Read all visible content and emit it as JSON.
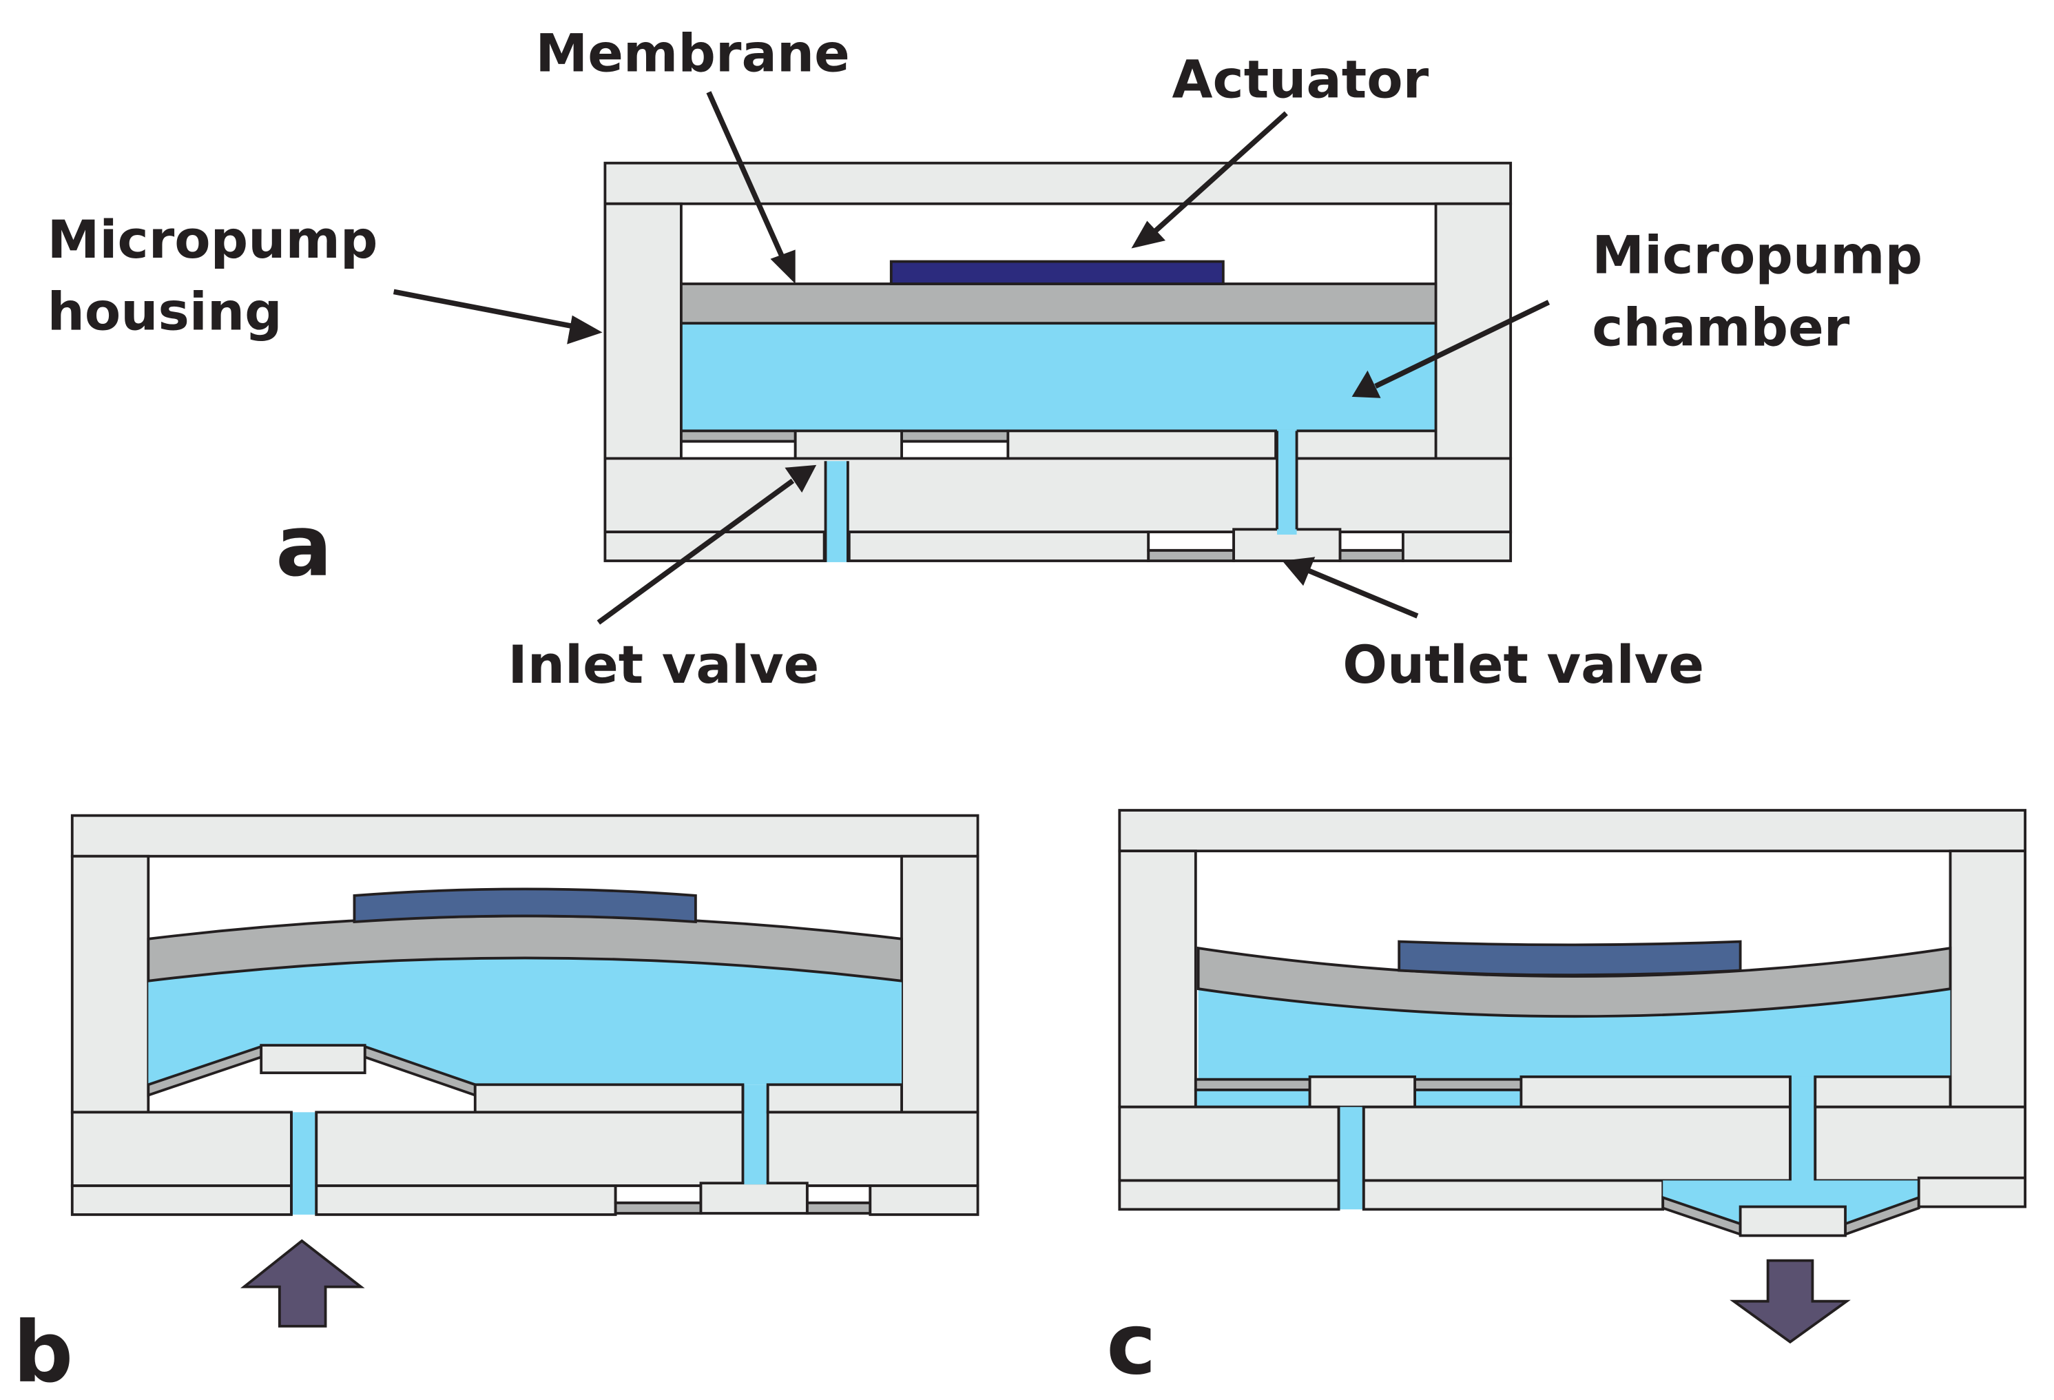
{
  "labels": {
    "membrane": "Membrane",
    "actuator": "Actuator",
    "housing_line1": "Micropump",
    "housing_line2": "housing",
    "chamber_line1": "Micropump",
    "chamber_line2": "chamber",
    "inlet_valve": "Inlet valve",
    "outlet_valve": "Outlet valve"
  },
  "panels": {
    "a": "a",
    "b": "b",
    "c": "c"
  },
  "colors": {
    "housing": "#e9ebea",
    "membrane": "#b0b2b2",
    "fluid": "#82d9f5",
    "actuator_a": "#2c2b7e",
    "actuator_bc": "#4a6594",
    "flow_arrow": "#5a5170",
    "outline": "#231f20"
  }
}
